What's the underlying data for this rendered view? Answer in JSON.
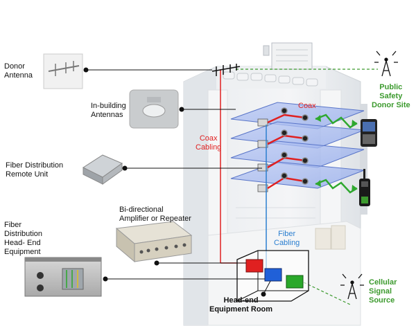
{
  "labels": {
    "donor_antenna": "Donor\nAntenna",
    "in_building_antennas": "In-building\nAntennas",
    "fiber_remote_unit": "Fiber Distribution\nRemote Unit",
    "bda_repeater": "Bi-directional\nAmplifier or Repeater",
    "fiber_headend": "Fiber\nDistribution\nHead- End\nEquipment",
    "headend_room": "Head-end\nEquipment Room",
    "coax_top": "Coax",
    "coax_cabling": "Coax\nCabling",
    "fiber_cabling": "Fiber\nCabling",
    "public_safety_site": "Public\nSafety\nDonor Site",
    "cellular_source": "Cellular\nSignal\nSource"
  },
  "colors": {
    "coax": "#e02020",
    "fiber": "#2b7fd0",
    "wireless_link": "#2fa82f",
    "floor_plate": "#6f8fe0",
    "callout_line": "#111111"
  },
  "icons": {
    "tower": "radio-tower-icon",
    "phone": "smartphone-icon",
    "radio": "two-way-radio-icon"
  }
}
